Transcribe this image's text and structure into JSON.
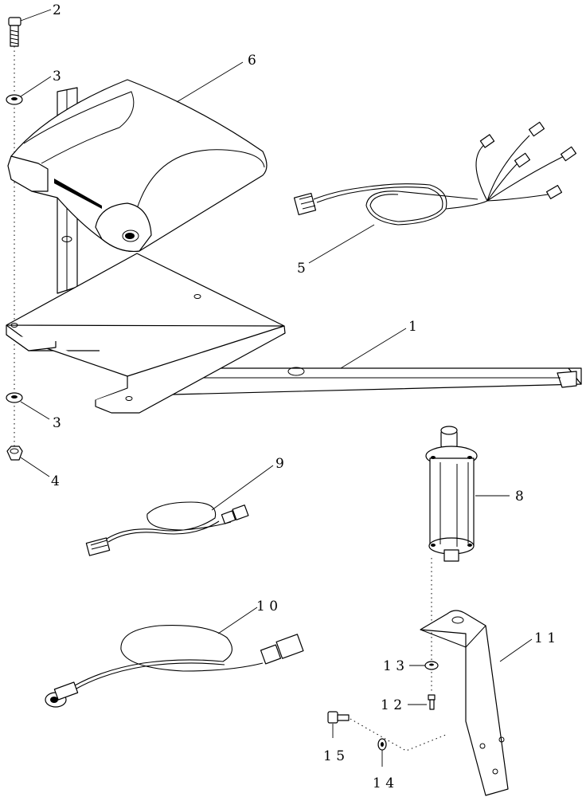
{
  "diagram": {
    "callouts": {
      "c1": "1",
      "c2": "2",
      "c3a": "3",
      "c3b": "3",
      "c4": "4",
      "c5": "5",
      "c6": "6",
      "c8": "8",
      "c9": "9",
      "c10": "1 0",
      "c11": "1 1",
      "c12": "1 2",
      "c13": "1 3",
      "c14": "1 4",
      "c15": "1 5"
    }
  }
}
